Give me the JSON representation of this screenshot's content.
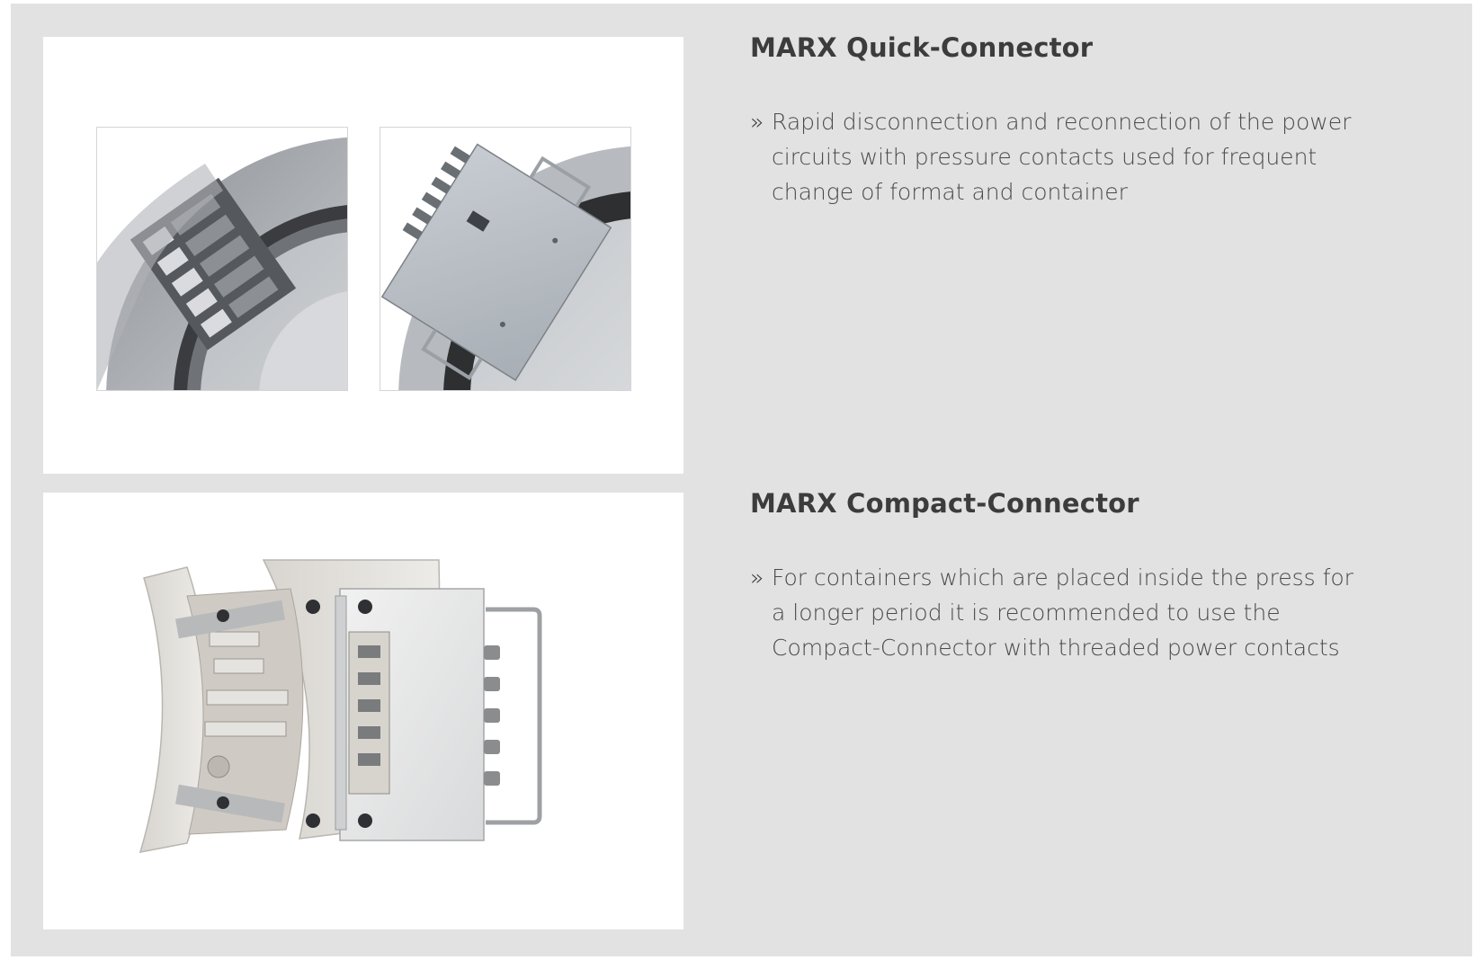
{
  "sections": [
    {
      "heading": "MARX Quick-Connector",
      "bullet_marker": "»",
      "bullet_text": "Rapid disconnection and reconnection of the power circuits with pressure contacts used for frequent change of format and container"
    },
    {
      "heading": "MARX Compact-Connector",
      "bullet_marker": "»",
      "bullet_text": "For containers which are placed inside the press for a longer period it is recommended to use the Compact-Connector with threaded power contacts"
    }
  ],
  "colors": {
    "background": "#e2e2e2",
    "panel": "#ffffff",
    "heading": "#3c3c3c",
    "body_text": "#4a4a4a",
    "metal": "#a9adb2",
    "dark_metal": "#3f4144"
  }
}
